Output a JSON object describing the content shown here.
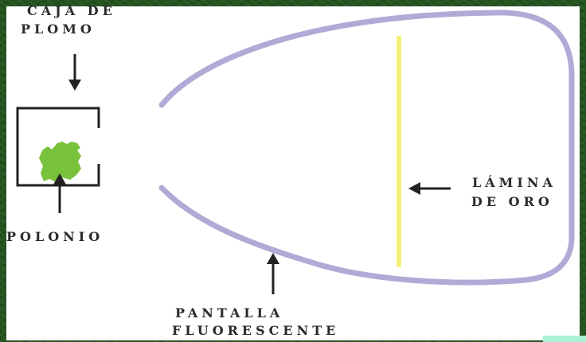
{
  "labels": {
    "lead_box_line1": "CAJA DE",
    "lead_box_line2": "PLOMO",
    "polonium": "POLONIO",
    "gold_foil_line1": "LÁMINA",
    "gold_foil_line2": "DE ORO",
    "screen_line1": "PANTALLA",
    "screen_line2": "FLUORESCENTE"
  },
  "colors": {
    "background_texture": "#24531f",
    "panel": "#ffffff",
    "screen_outline": "#b0abd6",
    "gold_foil": "#f3f07a",
    "polonium_sample": "#79c23c",
    "box_and_arrows": "#222222",
    "corner_accent": "#a8f2d6"
  }
}
